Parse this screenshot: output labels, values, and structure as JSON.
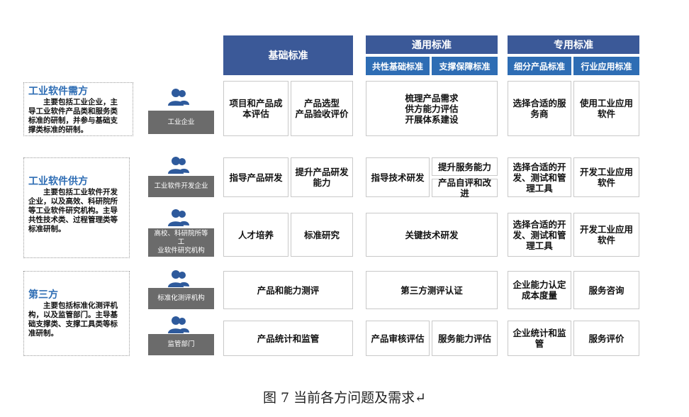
{
  "headers": {
    "basic": "基础标准",
    "general": "通用标准",
    "general_sub1": "共性基础标准",
    "general_sub2": "支撑保障标准",
    "special": "专用标准",
    "special_sub1": "细分产品标准",
    "special_sub2": "行业应用标准"
  },
  "groups": [
    {
      "title": "工业软件需方",
      "text": "　　主要包括工业企业，主\n导工业软件产品类和服务类\n标准的研制，并参与基础支\n撑类标准的研制。"
    },
    {
      "title": "工业软件供方",
      "text": "　　主要包括工业软件开发\n企业，以及高效、科研院所\n等工业软件研究机构。主导\n共性技术类、过程管理类等\n标准研制。"
    },
    {
      "title": "第三方",
      "text": "　　主要包括标准化测评机\n构，以及监管部门。主导基\n础支撑类、支撑工具类等标\n准研制。"
    }
  ],
  "actors": [
    {
      "label": "工业企业",
      "icon": "users-icon"
    },
    {
      "label": "工业软件开发企业",
      "icon": "users-icon"
    },
    {
      "label": "高校、科研院所等工\n业软件研究机构",
      "icon": "users-icon"
    },
    {
      "label": "标准化测评机构",
      "icon": "users-icon"
    },
    {
      "label": "监管部门",
      "icon": "users-icon"
    }
  ],
  "cells": {
    "r1_basic_a": "项目和产品成\n本评估",
    "r1_basic_b": "产品选型\n产品验收评价",
    "r1_general": "梳理产品需求\n供方能力评估\n开展体系建设",
    "r1_special_a": "选择合适的服\n务商",
    "r1_special_b": "使用工业应用\n软件",
    "r2_basic_a": "指导产品研发",
    "r2_basic_b": "提升产品研发\n能力",
    "r2_general_a": "指导技术研发",
    "r2_general_b1": "提升服务能力",
    "r2_general_b2": "产品自评和改进",
    "r2_special_a": "选择合适的开\n发、测试和管\n理工具",
    "r2_special_b": "开发工业应用\n软件",
    "r3_basic_a": "人才培养",
    "r3_basic_b": "标准研究",
    "r3_general": "关键技术研发",
    "r3_special_a": "选择合适的开\n发、测试和管\n理工具",
    "r3_special_b": "开发工业应用\n软件",
    "r4_basic": "产品和能力测评",
    "r4_general": "第三方测评认证",
    "r4_special_a": "企业能力认定\n成本度量",
    "r4_special_b": "服务咨询",
    "r5_basic": "产品统计和监管",
    "r5_general_a": "产品审核评估",
    "r5_general_b": "服务能力评估",
    "r5_special_a": "企业统计和监\n管",
    "r5_special_b": "服务评价"
  },
  "caption": "图 7 当前各方问题及需求↵",
  "colors": {
    "header": "#3b5998",
    "subheader": "#2e6db4",
    "group_title": "#2e6db4",
    "actor_label": "#6b6b6b"
  }
}
